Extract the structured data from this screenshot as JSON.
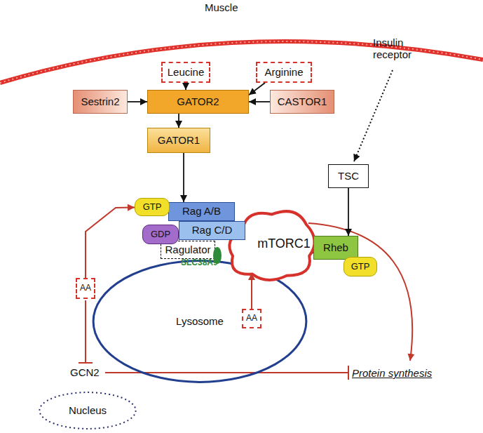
{
  "diagram": {
    "nodes": [
      {
        "text": [
          "Leucine"
        ]
      },
      {
        "text": [
          "Arginine"
        ]
      },
      {
        "text": [
          "Sestrin2"
        ]
      },
      {
        "text": [
          "GATOR2"
        ]
      },
      {
        "text": [
          "CASTOR1"
        ]
      },
      {
        "text": [
          "GATOR1"
        ]
      },
      {
        "text": [
          "GTP"
        ]
      },
      {
        "text": [
          "Rag A/B"
        ]
      },
      {
        "text": [
          "Rag C/D"
        ]
      },
      {
        "text": [
          "GDP"
        ]
      },
      {
        "text": [
          "Ragulator"
        ]
      },
      {
        "text": [
          "mTORC1"
        ]
      },
      {
        "text": [
          "Lysosome"
        ]
      },
      {
        "text": [
          "AA"
        ],
        "in": 12
      },
      {
        "text": [
          "Rheb"
        ]
      },
      {
        "text": [
          "GTP"
        ]
      },
      {
        "text": [
          "TSC"
        ]
      },
      {
        "text": [
          "AA"
        ]
      },
      {
        "text": [
          "Nucleus"
        ]
      }
    ],
    "edges": [
      {
        "from": 0,
        "to": 3,
        "arrow": "to"
      },
      {
        "from": 1,
        "to": 3,
        "arrow": "to"
      },
      {
        "from": 2,
        "to": 3,
        "arrow": "to"
      },
      {
        "from": 4,
        "to": 3,
        "arrow": "to"
      },
      {
        "from": 3,
        "to": 5,
        "arrow": "to"
      },
      {
        "from": 5,
        "to": 7,
        "arrow": "to"
      },
      {
        "from": 16,
        "to": 14,
        "arrow": "to"
      },
      {
        "from": 14,
        "to": 12,
        "arrow": "none"
      },
      {
        "from": 17,
        "to": 6,
        "arrow": "to"
      },
      {
        "from": 13,
        "to": 11,
        "arrow": "to"
      }
    ],
    "labels": [
      "Muscle",
      "Insulin receptor",
      "SLC38A9",
      "GCN2",
      "Protein synthesis"
    ]
  }
}
